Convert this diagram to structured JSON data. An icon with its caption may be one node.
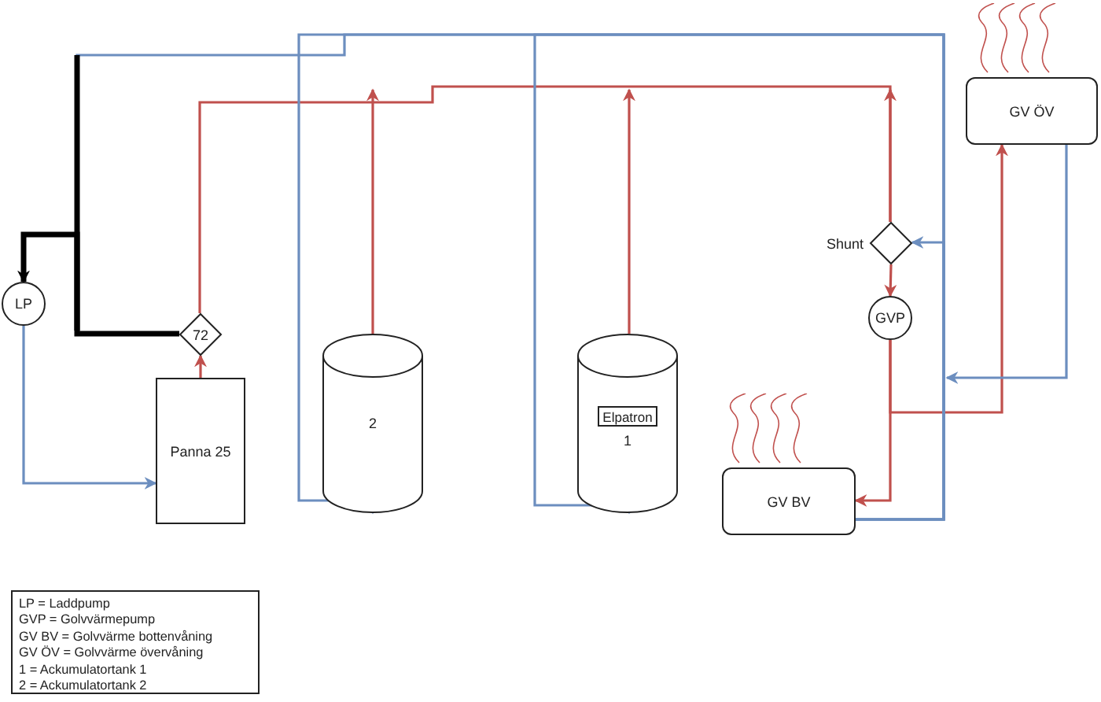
{
  "diagram": {
    "nodes": [
      {
        "text": [
          "LP"
        ]
      },
      {
        "text": [
          "Panna 25"
        ]
      },
      {
        "text": [
          "72"
        ]
      },
      {
        "text": [
          "2"
        ]
      },
      {
        "text": [
          "1"
        ]
      },
      {
        "text": [
          "Elpatron"
        ],
        "in": 4
      },
      {
        "text": [],
        "shape": "diamond",
        "beside": [
          "Shunt"
        ]
      },
      {
        "text": [
          "GVP"
        ]
      },
      {
        "text": [
          "GV BV"
        ]
      },
      {
        "text": [
          "GV ÖV"
        ]
      },
      {
        "text": [
          "LP = Laddpump",
          "GVP = Golvvärmepump",
          "GV BV = Golvvärme bottenvåning",
          "GV ÖV = Golvvärme övervåning",
          "1 = Ackumulatortank 1",
          "2 = Ackumulatortank 2"
        ]
      }
    ],
    "edges": [
      {
        "from": 1,
        "to": 2,
        "arrow": "to",
        "color": "#c0504d"
      },
      {
        "from": 2,
        "to": 0,
        "arrow": "to",
        "style": "thick",
        "color": "#000000"
      },
      {
        "from": 2,
        "to": 6,
        "arrow": "none",
        "color": "#c0504d"
      },
      {
        "from": 3,
        "to": null,
        "arrow": "to",
        "color": "#c0504d"
      },
      {
        "from": 4,
        "to": null,
        "arrow": "to",
        "color": "#c0504d"
      },
      {
        "from": 6,
        "to": null,
        "arrow": "to",
        "color": "#c0504d"
      },
      {
        "from": 6,
        "to": 7,
        "arrow": "to",
        "color": "#c0504d"
      },
      {
        "from": 7,
        "to": 8,
        "arrow": "to",
        "color": "#c0504d"
      },
      {
        "from": 7,
        "to": 9,
        "arrow": "to",
        "color": "#c0504d"
      },
      {
        "from": 0,
        "to": 1,
        "arrow": "to",
        "color": "#6c8ebf"
      },
      {
        "from": 8,
        "to": 4,
        "arrow": "to",
        "color": "#6c8ebf"
      },
      {
        "from": 8,
        "to": 3,
        "arrow": "to",
        "color": "#6c8ebf"
      },
      {
        "from": 8,
        "to": 6,
        "arrow": "to",
        "color": "#6c8ebf"
      },
      {
        "from": 8,
        "to": 0,
        "arrow": "none",
        "color": "#6c8ebf"
      },
      {
        "from": 9,
        "to": null,
        "arrow": "to",
        "color": "#6c8ebf"
      }
    ]
  }
}
